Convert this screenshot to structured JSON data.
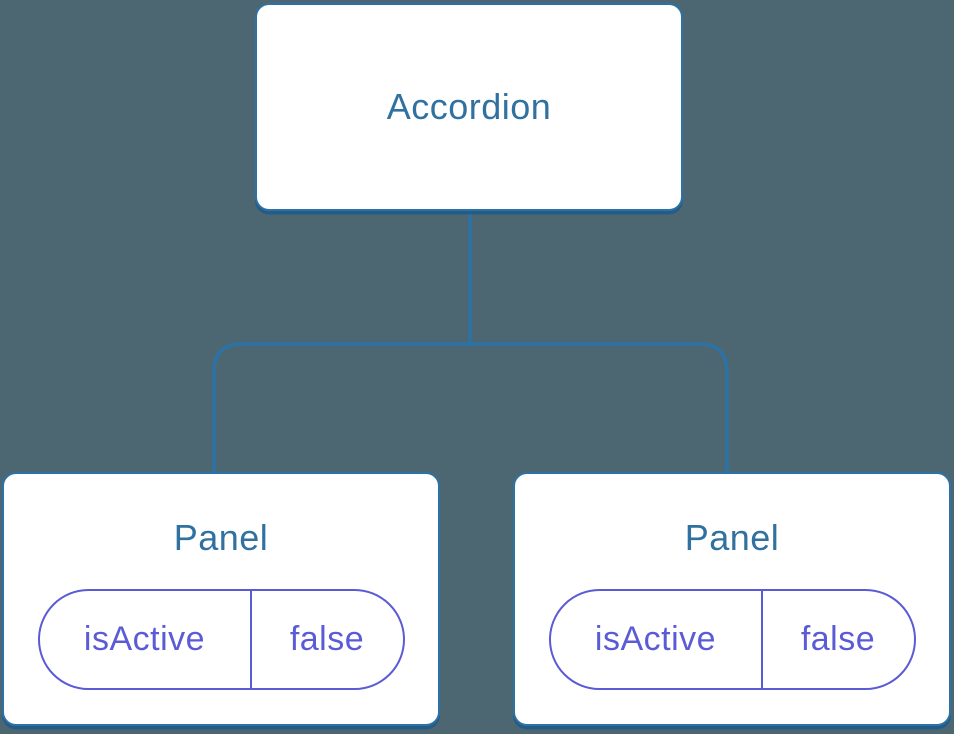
{
  "diagram": {
    "type": "component-tree",
    "root": {
      "label": "Accordion"
    },
    "children": [
      {
        "label": "Panel",
        "state": {
          "name": "isActive",
          "value": "false"
        }
      },
      {
        "label": "Panel",
        "state": {
          "name": "isActive",
          "value": "false"
        }
      }
    ]
  },
  "colors": {
    "background": "#4c6772",
    "node_fill": "#ffffff",
    "node_border": "#2d72a6",
    "node_shadow": "#255c87",
    "label_text": "#30719f",
    "connector": "#2d72a6",
    "state_accent": "#5b5bd6"
  }
}
